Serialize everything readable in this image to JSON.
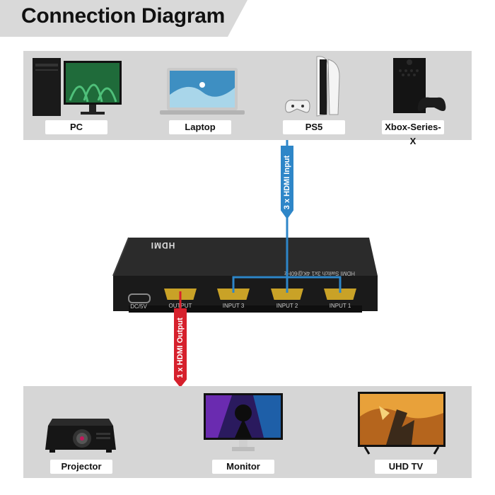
{
  "title": "Connection Diagram",
  "sources": [
    {
      "name": "PC",
      "icon": "pc-monitor-icon"
    },
    {
      "name": "Laptop",
      "icon": "laptop-icon"
    },
    {
      "name": "PS5",
      "icon": "ps5-console-icon"
    },
    {
      "name": "Xbox-Series-X",
      "icon": "xbox-console-icon"
    }
  ],
  "displays": [
    {
      "name": "Projector",
      "icon": "projector-icon"
    },
    {
      "name": "Monitor",
      "icon": "monitor-icon"
    },
    {
      "name": "UHD TV",
      "icon": "tv-icon"
    }
  ],
  "switch": {
    "logo": "HDMI",
    "model_text": "HDMI Switch 3x1 4K@60Hz",
    "ports": {
      "power": "DC/5V",
      "output": "OUTPUT",
      "input3": "INPUT 3",
      "input2": "INPUT 2",
      "input1": "INPUT 1"
    }
  },
  "cables": {
    "input_label": "3 x HDMI Input",
    "output_label": "1 x HDMI Output",
    "input_color": "#2e86c8",
    "output_color": "#d6202c"
  }
}
